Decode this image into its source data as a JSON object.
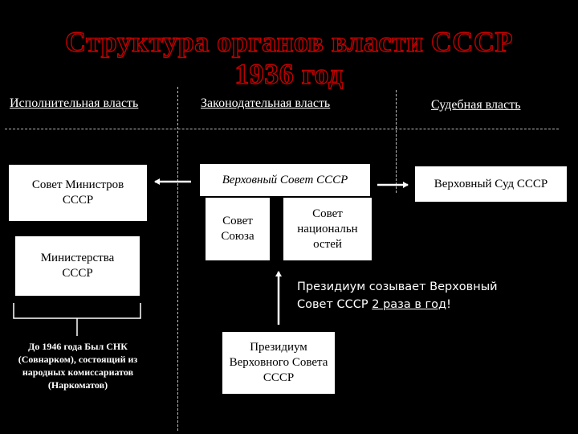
{
  "title": {
    "line1": "Структура органов власти СССР",
    "line2": "1936 год"
  },
  "branches": {
    "executive": "Исполнительная власть",
    "legislative": "Законодательная власть",
    "judicial": "Судебная власть"
  },
  "boxes": {
    "council_of_ministers": "Совет Министров СССР",
    "ministries": "Министерства СССР",
    "supreme_soviet": "Верховный Совет СССР",
    "soviet_of_union": "Совет Союза",
    "soviet_of_nationalities": "Совет национальн остей",
    "supreme_court": "Верховный Суд СССР",
    "presidium": "Президиум Верховного Совета СССР"
  },
  "notes": {
    "presidium_line1": "Президиум созывает Верховный",
    "presidium_line2_prefix": "Совет СССР ",
    "presidium_line2_underlined": "2 раза в год",
    "presidium_line2_suffix": "!",
    "before_1946": "До 1946 года Был СНК (Совнарком), состоящий из народных комиссариатов (Наркоматов)"
  },
  "colors": {
    "title_outline": "#c00000",
    "background": "#000000",
    "box_fill": "#ffffff"
  }
}
